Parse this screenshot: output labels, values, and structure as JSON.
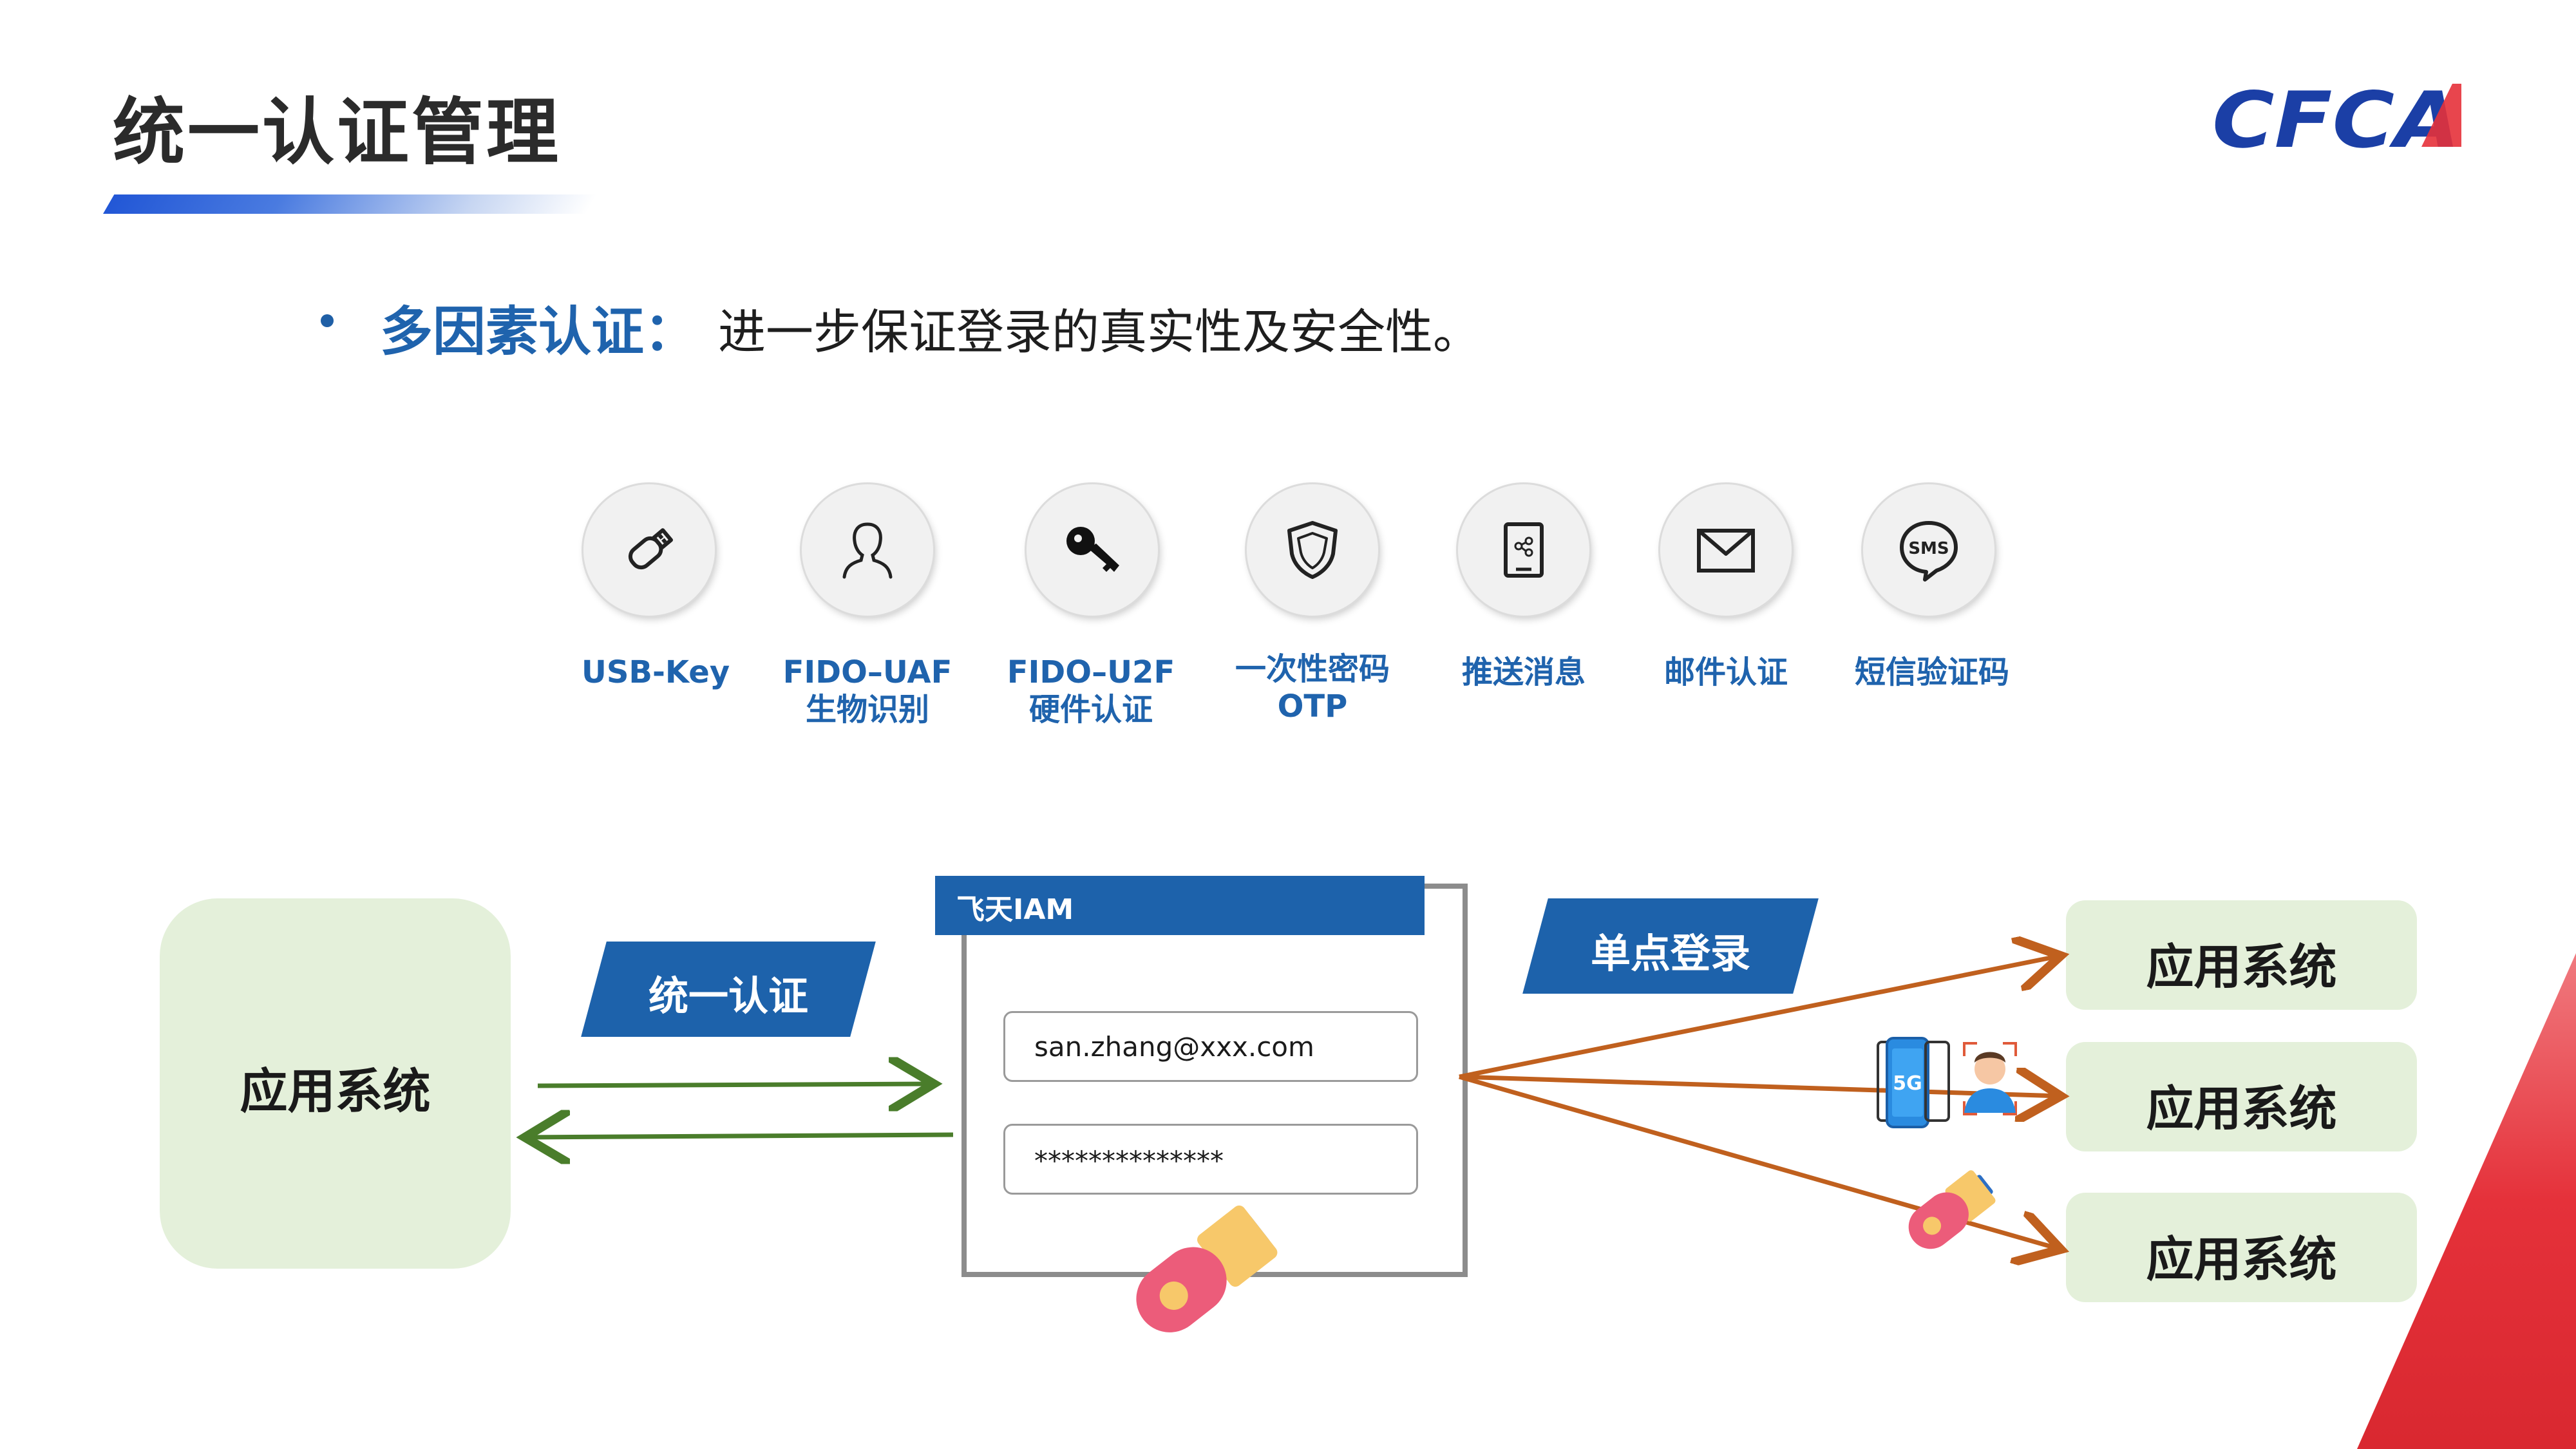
{
  "page": {
    "title": "统一认证管理",
    "logo_text": "CFCA"
  },
  "bullet": {
    "heading": "多因素认证：",
    "body": "进一步保证登录的真实性及安全性。"
  },
  "factors": [
    {
      "icon": "usb-key-icon",
      "line1": "USB-Key",
      "line2": ""
    },
    {
      "icon": "user-profile-icon",
      "line1": "FIDO–UAF",
      "line2": "生物识别"
    },
    {
      "icon": "key-icon",
      "line1": "FIDO–U2F",
      "line2": "硬件认证"
    },
    {
      "icon": "shield-icon",
      "line1": "一次性密码",
      "line2": "OTP"
    },
    {
      "icon": "push-message-icon",
      "line1": "推送消息",
      "line2": ""
    },
    {
      "icon": "envelope-icon",
      "line1": "邮件认证",
      "line2": ""
    },
    {
      "icon": "sms-bubble-icon",
      "line1": "短信验证码",
      "line2": ""
    }
  ],
  "flow": {
    "left_app": "应用系统",
    "unified_auth_label": "统一认证",
    "sso_label": "单点登录",
    "right_apps": [
      "应用系统",
      "应用系统",
      "应用系统"
    ]
  },
  "iam": {
    "title": "飞天IAM",
    "username_value": "san.zhang@xxx.com",
    "password_value": "**************"
  },
  "colors": {
    "brand_blue": "#1d62ab",
    "app_green": "#e4f0da",
    "arrow_green": "#4a7d2b",
    "arrow_orange": "#c0601e",
    "accent_red": "#e5313a"
  }
}
